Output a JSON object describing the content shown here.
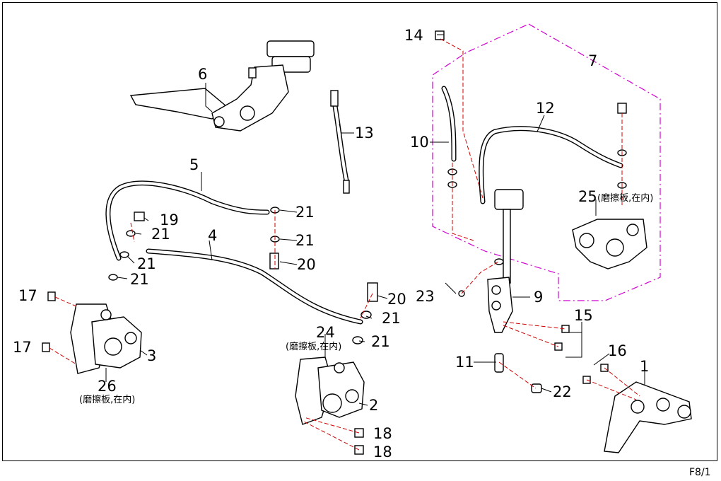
{
  "diagram": {
    "page_ref": "F8/1",
    "callouts": [
      "1",
      "2",
      "3",
      "4",
      "5",
      "6",
      "7",
      "9",
      "10",
      "11",
      "12",
      "13",
      "14",
      "15",
      "16",
      "17",
      "17",
      "18",
      "18",
      "19",
      "20",
      "20",
      "21",
      "21",
      "21",
      "21",
      "21",
      "21",
      "21",
      "22",
      "23",
      "24",
      "25",
      "26"
    ],
    "notes": {
      "n24": "(磨擦板,在内)",
      "n25": "(磨擦板,在内)",
      "n26": "(磨擦板,在内)"
    }
  },
  "colors": {
    "assembly_boundary": "#d000d0",
    "axis_lines": "#d00000",
    "ink": "#000000"
  }
}
